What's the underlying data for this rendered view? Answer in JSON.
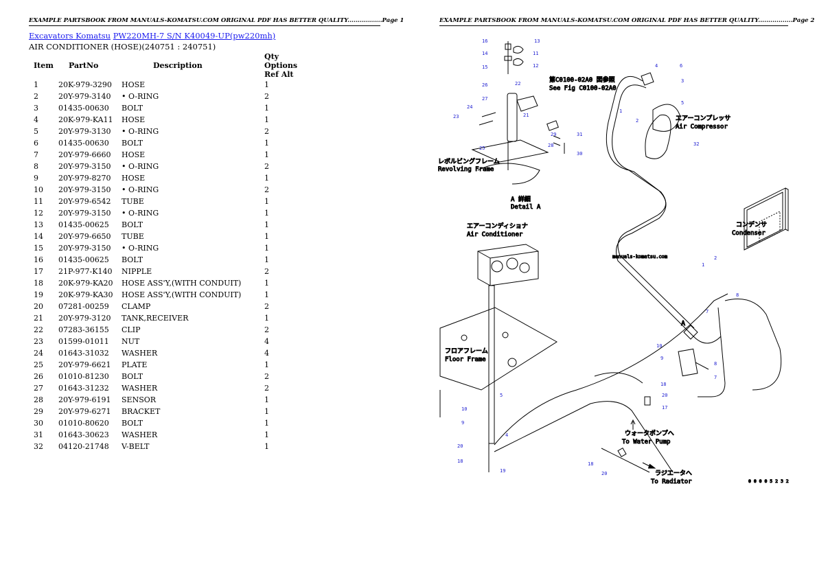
{
  "header": {
    "left": "EXAMPLE PARTSBOOK FROM MANUALS-KOMATSU.COM ORIGINAL PDF HAS BETTER QUALITY.................Page 1",
    "right": "EXAMPLE PARTSBOOK FROM MANUALS-KOMATSU.COM ORIGINAL PDF HAS BETTER QUALITY.................Page 2"
  },
  "breadcrumb": {
    "link1": "Excavators Komatsu",
    "link2": "PW220MH-7 S/N K40049-UP(pw220mh)"
  },
  "subtitle": "AIR CONDITIONER (HOSE)(240751 : 240751)",
  "table": {
    "headers": [
      "Item",
      "PartNo",
      "Description",
      "Qty Options Ref Alt"
    ],
    "rows": [
      [
        "1",
        "20K-979-3290",
        "HOSE",
        "1"
      ],
      [
        "2",
        "20Y-979-3140",
        "• O-RING",
        "2"
      ],
      [
        "3",
        "01435-00630",
        "BOLT",
        "1"
      ],
      [
        "4",
        "20K-979-KA11",
        "HOSE",
        "1"
      ],
      [
        "5",
        "20Y-979-3130",
        "• O-RING",
        "2"
      ],
      [
        "6",
        "01435-00630",
        "BOLT",
        "1"
      ],
      [
        "7",
        "20Y-979-6660",
        "HOSE",
        "1"
      ],
      [
        "8",
        "20Y-979-3150",
        "• O-RING",
        "2"
      ],
      [
        "9",
        "20Y-979-8270",
        "HOSE",
        "1"
      ],
      [
        "10",
        "20Y-979-3150",
        "• O-RING",
        "2"
      ],
      [
        "11",
        "20Y-979-6542",
        "TUBE",
        "1"
      ],
      [
        "12",
        "20Y-979-3150",
        "• O-RING",
        "1"
      ],
      [
        "13",
        "01435-00625",
        "BOLT",
        "1"
      ],
      [
        "14",
        "20Y-979-6650",
        "TUBE",
        "1"
      ],
      [
        "15",
        "20Y-979-3150",
        "• O-RING",
        "1"
      ],
      [
        "16",
        "01435-00625",
        "BOLT",
        "1"
      ],
      [
        "17",
        "21P-977-K140",
        "NIPPLE",
        "2"
      ],
      [
        "18",
        "20K-979-KA20",
        "HOSE ASS'Y,(WITH CONDUIT)",
        "1"
      ],
      [
        "19",
        "20K-979-KA30",
        "HOSE ASS'Y,(WITH CONDUIT)",
        "1"
      ],
      [
        "20",
        "07281-00259",
        "CLAMP",
        "2"
      ],
      [
        "21",
        "20Y-979-3120",
        "TANK,RECEIVER",
        "1"
      ],
      [
        "22",
        "07283-36155",
        "CLIP",
        "2"
      ],
      [
        "23",
        "01599-01011",
        "NUT",
        "4"
      ],
      [
        "24",
        "01643-31032",
        "WASHER",
        "4"
      ],
      [
        "25",
        "20Y-979-6621",
        "PLATE",
        "1"
      ],
      [
        "26",
        "01010-81230",
        "BOLT",
        "2"
      ],
      [
        "27",
        "01643-31232",
        "WASHER",
        "2"
      ],
      [
        "28",
        "20Y-979-6191",
        "SENSOR",
        "1"
      ],
      [
        "29",
        "20Y-979-6271",
        "BRACKET",
        "1"
      ],
      [
        "30",
        "01010-80620",
        "BOLT",
        "1"
      ],
      [
        "31",
        "01643-30623",
        "WASHER",
        "1"
      ],
      [
        "32",
        "04120-21748",
        "V-BELT",
        "1"
      ]
    ]
  },
  "diagram": {
    "see_fig_jp": "第C0100-02A0 図参照",
    "see_fig": "See Fig C0100-02A0",
    "revolving_jp": "レボルビングフレーム",
    "revolving": "Revolving Frame",
    "detail_jp": "A 詳細",
    "detail": "Detail A",
    "air_comp_jp": "エアーコンプレッサ",
    "air_comp": "Air Compressor",
    "aircon_jp": "エアーコンディショナ",
    "aircon": "Air Conditioner",
    "condenser_jp": "コンデンサ",
    "condenser": "Condenser",
    "watermark": "manuals-komatsu.com",
    "floor_jp": "フロアフレーム",
    "floor": "Floor Frame",
    "water_pump_jp": "ウォータポンプへ",
    "water_pump": "To Water Pump",
    "radiator_jp": "ラジエータへ",
    "radiator": "To Radiator",
    "fig_code": "0 0 0 0 5 2 3 2",
    "a_letter": "A",
    "callouts": [
      "13",
      "14",
      "16",
      "15",
      "11",
      "12",
      "26",
      "22",
      "27",
      "24",
      "23",
      "21",
      "25",
      "29",
      "28",
      "31",
      "30",
      "1",
      "4",
      "6",
      "3",
      "5",
      "2",
      "32",
      "2",
      "1",
      "8",
      "7",
      "10",
      "9",
      "8",
      "7",
      "18",
      "20",
      "17",
      "5",
      "10",
      "9",
      "4",
      "20",
      "18",
      "19",
      "18",
      "20"
    ]
  },
  "colors": {
    "link": "#1a1aee",
    "callout": "#1a1ad0"
  }
}
